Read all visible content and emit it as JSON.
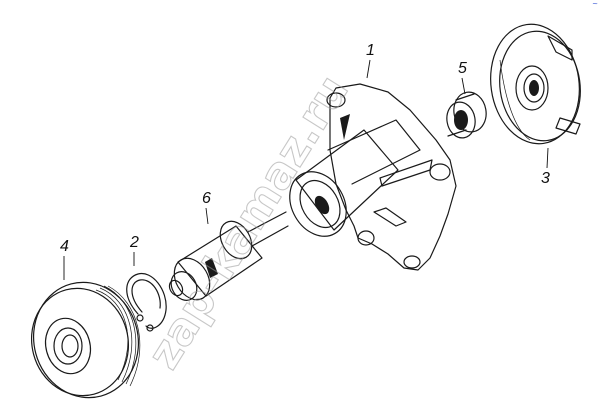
{
  "watermark": "zap-kamaz.ru",
  "corner_mark": "~",
  "labels": {
    "part1": "1",
    "part2": "2",
    "part3": "3",
    "part4": "4",
    "part5": "5",
    "part6": "6"
  }
}
